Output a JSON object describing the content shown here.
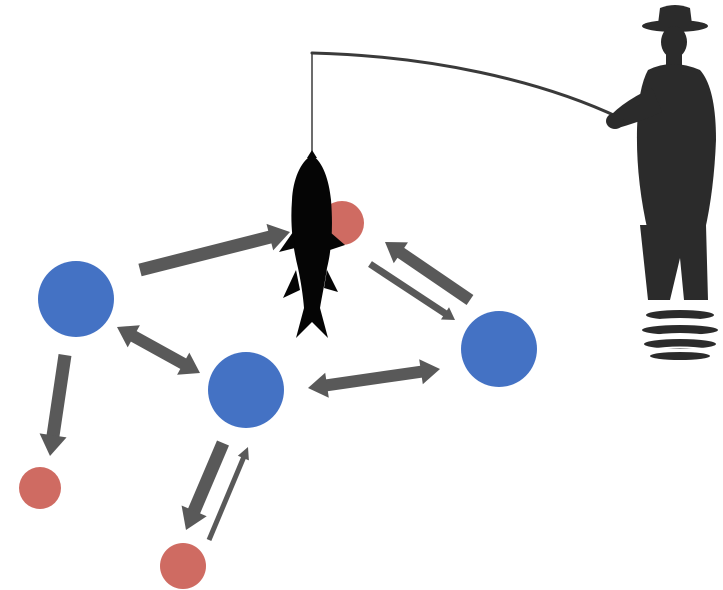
{
  "colors": {
    "blue_node": "#4472c4",
    "red_node": "#cf6b62",
    "arrow": "#595959",
    "silhouette": "#2b2b2b",
    "fish": "#050505",
    "line": "#3a3a3a",
    "background": "#ffffff"
  },
  "icons": {
    "fisherman": "fisherman-icon",
    "fish": "fish-icon",
    "fishing_rod": "fishing-rod-icon"
  },
  "nodes": [
    {
      "id": "blue-left",
      "kind": "blue"
    },
    {
      "id": "blue-center",
      "kind": "blue"
    },
    {
      "id": "blue-right",
      "kind": "blue"
    },
    {
      "id": "red-top",
      "kind": "red"
    },
    {
      "id": "red-bottom-left",
      "kind": "red"
    },
    {
      "id": "red-bottom-center",
      "kind": "red"
    }
  ],
  "edges": [
    {
      "from": "blue-left",
      "to": "red-top",
      "direction": "forward"
    },
    {
      "from": "blue-left",
      "to": "blue-center",
      "direction": "both"
    },
    {
      "from": "blue-center",
      "to": "blue-right",
      "direction": "both"
    },
    {
      "from": "red-top",
      "to": "blue-right",
      "direction": "forward"
    },
    {
      "from": "blue-right",
      "to": "red-top",
      "direction": "forward"
    },
    {
      "from": "blue-left",
      "to": "red-bottom-left",
      "direction": "forward"
    },
    {
      "from": "blue-center",
      "to": "red-bottom-center",
      "direction": "forward"
    },
    {
      "from": "red-bottom-center",
      "to": "blue-center",
      "direction": "forward"
    }
  ]
}
